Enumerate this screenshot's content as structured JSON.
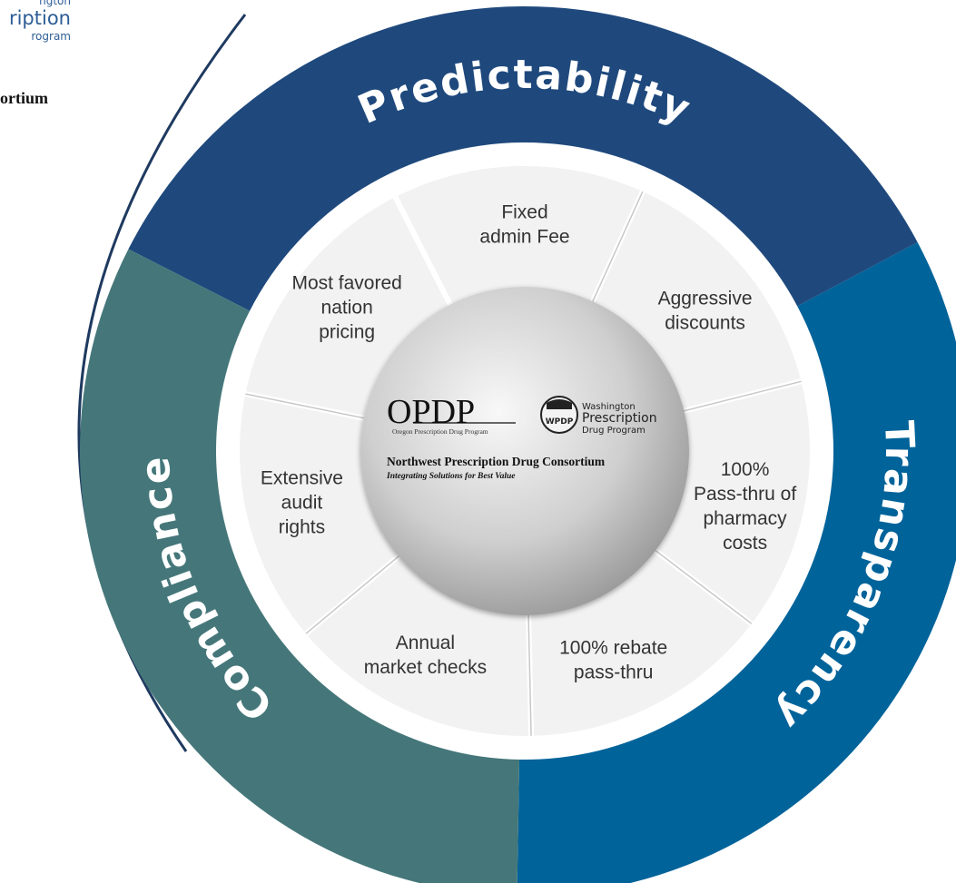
{
  "fragment_logo": {
    "line1": "ngton",
    "line2": "ription",
    "line3": "rogram"
  },
  "fragment_consortium": "ortium",
  "ring": {
    "predictability": "Predictability",
    "transparency": "Transparency",
    "compliance": "Compliance"
  },
  "segments": [
    {
      "id": "fixed-admin-fee",
      "lines": [
        "Fixed",
        "admin Fee"
      ]
    },
    {
      "id": "aggressive-discounts",
      "lines": [
        "Aggressive",
        "discounts"
      ]
    },
    {
      "id": "pass-thru-pharmacy-costs",
      "lines": [
        "100%",
        "Pass-thru of",
        "pharmacy",
        "costs"
      ]
    },
    {
      "id": "rebate-pass-thru",
      "lines": [
        "100% rebate",
        "pass-thru"
      ]
    },
    {
      "id": "annual-market-checks",
      "lines": [
        "Annual",
        "market checks"
      ]
    },
    {
      "id": "extensive-audit-rights",
      "lines": [
        "Extensive",
        "audit",
        "rights"
      ]
    },
    {
      "id": "most-favored-nation-pricing",
      "lines": [
        "Most favored",
        "nation",
        "pricing"
      ]
    }
  ],
  "center": {
    "opdp": "OPDP",
    "opdp_sub": "Oregon Prescription Drug Program",
    "wpdp_line1": "Washington",
    "wpdp_line2": "Prescription",
    "wpdp_line3": "Drug Program",
    "wpdp_badge": "WPDP",
    "title": "Northwest Prescription Drug Consortium",
    "tagline": "Integrating Solutions for Best Value"
  },
  "colors": {
    "predictability": "#1f497d",
    "transparency": "#00639a",
    "compliance": "#45777a",
    "segment_fill": "#f2f2f2",
    "divider": "#ffffff",
    "arc": "#1f3a60",
    "logo_blue": "#2c5d96"
  }
}
